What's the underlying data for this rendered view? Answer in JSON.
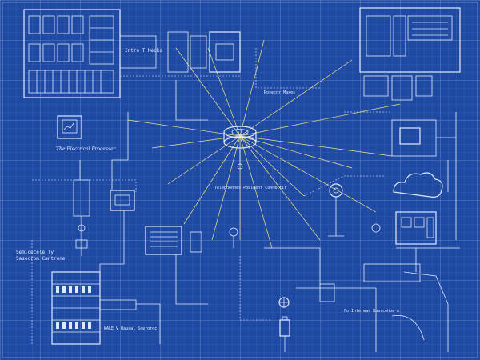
{
  "colors": {
    "background": "#1f4aa3",
    "line": "#dfe8ff",
    "accent": "#f2e38a"
  },
  "labels": {
    "panel_top_center": "Intro  T  Mecks",
    "hub_caption": "Rosecnr Maxes",
    "left_caption": "The Electrical Processer",
    "left_note_line1": "Semicecele ly",
    "left_note_line2": "Sasecrom Cantrone",
    "bottom_left_caption": "WALE  V  Bausal Sceroroc",
    "center_mid_caption": "Telephonnes Poalnent Connectir",
    "bottom_right_caption": "Fo Interwas Buarcohoe   m"
  },
  "icons": [
    "hub-icon",
    "cloud-icon",
    "valve-icon",
    "fan-icon",
    "battery-icon",
    "lamp-icon"
  ]
}
